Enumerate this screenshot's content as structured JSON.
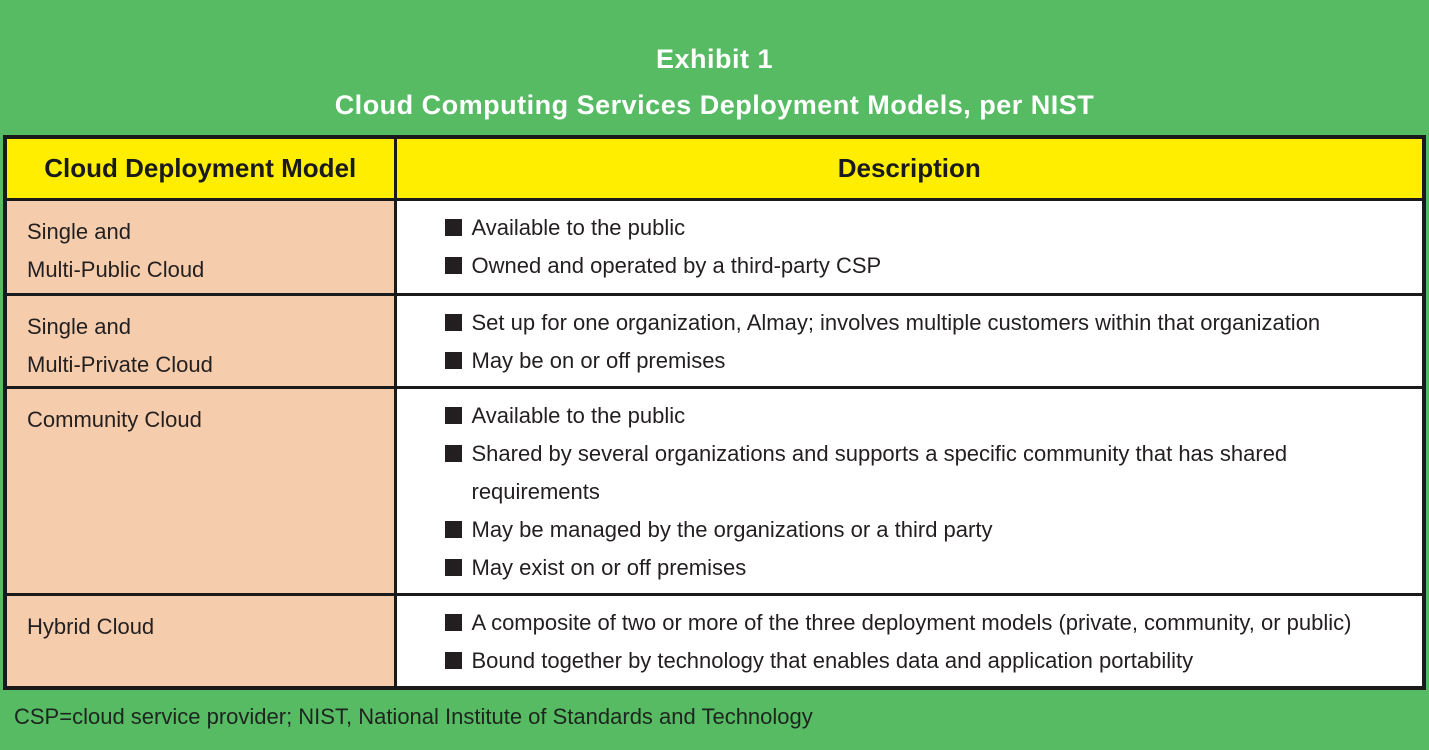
{
  "title": {
    "line1": "Exhibit 1",
    "line2": "Cloud Computing Services Deployment Models, per NIST"
  },
  "colors": {
    "background_green": "#57BB64",
    "header_yellow": "#FFEE00",
    "model_cell_peach": "#F6CDAC",
    "table_border": "#1A1A1A",
    "body_text": "#231F20",
    "title_text": "#FFFFFF"
  },
  "icons": {
    "bullet": "black-square"
  },
  "table": {
    "headers": [
      "Cloud Deployment Model",
      "Description"
    ],
    "rows": [
      {
        "model": "Single and\nMulti-Public Cloud",
        "bullets": [
          "Available to the public",
          "Owned and operated by a third-party CSP"
        ]
      },
      {
        "model": "Single and\nMulti-Private Cloud",
        "bullets": [
          "Set up for one organization, Almay; involves multiple customers within that organization",
          "May be on or off premises"
        ]
      },
      {
        "model": "Community Cloud",
        "bullets": [
          "Available to the public",
          "Shared by several organizations and supports a specific community that has shared requirements",
          "May be managed by the organizations or a third party",
          "May exist on or off premises"
        ]
      },
      {
        "model": "Hybrid Cloud",
        "bullets": [
          "A composite of two or more of the three deployment models (private, community, or public)",
          "Bound together by technology that enables data and application portability"
        ]
      }
    ]
  },
  "footnote": "CSP=cloud service provider; NIST, National Institute of Standards and Technology"
}
